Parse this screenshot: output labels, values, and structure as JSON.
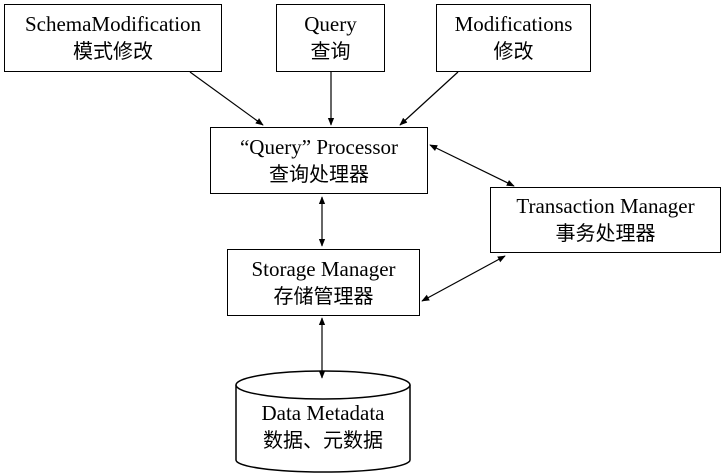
{
  "nodes": {
    "schema": {
      "en": "SchemaModification",
      "zh": "模式修改"
    },
    "query": {
      "en": "Query",
      "zh": "查询"
    },
    "modifications": {
      "en": "Modifications",
      "zh": "修改"
    },
    "query_processor": {
      "en": "“Query” Processor",
      "zh": "查询处理器"
    },
    "transaction_manager": {
      "en": "Transaction Manager",
      "zh": "事务处理器"
    },
    "storage_manager": {
      "en": "Storage Manager",
      "zh": "存储管理器"
    },
    "database": {
      "en": "Data Metadata",
      "zh": "数据、元数据"
    }
  },
  "edges": [
    {
      "from": "schema",
      "to": "query_processor",
      "direction": "one-way"
    },
    {
      "from": "query",
      "to": "query_processor",
      "direction": "one-way"
    },
    {
      "from": "modifications",
      "to": "query_processor",
      "direction": "one-way"
    },
    {
      "from": "query_processor",
      "to": "storage_manager",
      "direction": "two-way"
    },
    {
      "from": "query_processor",
      "to": "transaction_manager",
      "direction": "two-way"
    },
    {
      "from": "transaction_manager",
      "to": "storage_manager",
      "direction": "two-way"
    },
    {
      "from": "storage_manager",
      "to": "database",
      "direction": "two-way"
    }
  ],
  "colors": {
    "stroke": "#000000",
    "fill": "#ffffff"
  }
}
